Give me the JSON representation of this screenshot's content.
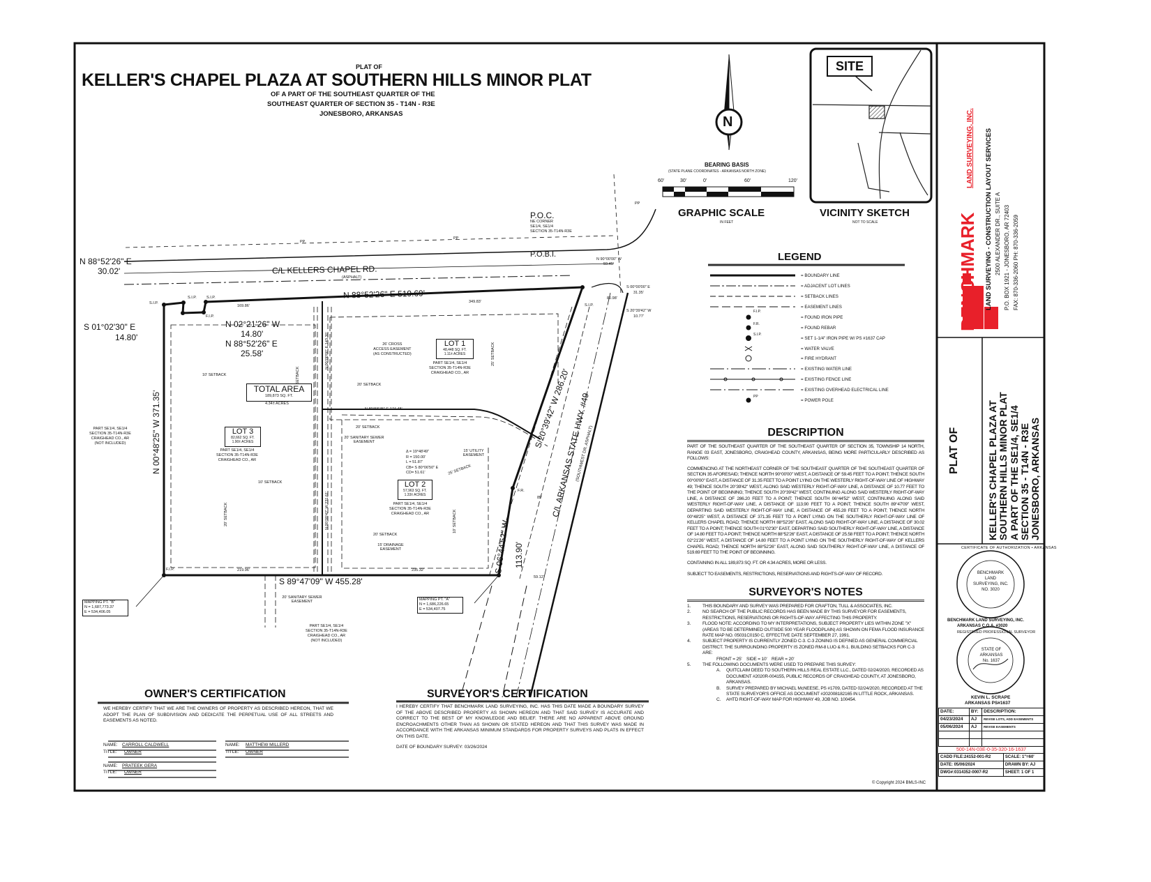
{
  "title": {
    "plat_of": "PLAT OF",
    "main": "KELLER'S CHAPEL PLAZA AT SOUTHERN HILLS MINOR PLAT",
    "sub1": "OF A PART OF THE SOUTHEAST QUARTER OF THE",
    "sub2": "SOUTHEAST QUARTER OF SECTION 35 - T14N - R3E",
    "sub3": "JONESBORO, ARKANSAS"
  },
  "north_arrow": {
    "letter": "N",
    "icon": "north-arrow-icon"
  },
  "scale": {
    "bearing_basis": "BEARING BASIS",
    "bearing_basis_sub": "(STATE PLANE COORDINATES - ARKANSAS NORTH ZONE)",
    "ticks": [
      "60'",
      "30'",
      "0'",
      "60'",
      "120'"
    ],
    "title": "GRAPHIC SCALE",
    "units": "IN FEET"
  },
  "vicinity": {
    "site": "SITE",
    "title": "VICINITY SKETCH",
    "note": "NOT TO SCALE"
  },
  "plat": {
    "poc": "P.O.C.",
    "poc_sub": [
      "NE CORNER",
      "SE1/4, SE1/4",
      "SECTION 35-T14N-R3E"
    ],
    "pobi": "P.O.B.I.",
    "road": "C/L KELLERS CHAPEL RD.",
    "road_surface": "(ASPHALT)",
    "highway": "C/L ARKANSAS STATE HWY. #49",
    "highway_surface": "(SOUTHWEST DR. ASPHALT)",
    "call_nw_bearing": "N 88°52'26\" E",
    "call_nw_dist": "30.02'",
    "call_north": "N 88°52'26\" E   519.69'",
    "call_s0102": "S 01°02'30\" E",
    "call_s0102_dist": "14.80'",
    "call_n0221": "N 02°21'26\" W",
    "call_n0221_dist": "14.80'",
    "call_n8852": "N 88°52'26\" E",
    "call_n8852_dist": "25.58'",
    "call_west": "N 00°48'25\" W   371.35'",
    "call_south": "S 89°47'09\" W   455.28'",
    "call_east1": "S 20°39'42\" W   286.20'",
    "call_east2": "S 06°44'52\" W",
    "call_east2_dist": "113.90'",
    "call_poc1": "N 90°00'00\" W",
    "call_poc1_dist": "59.45'",
    "call_poc2": "S 00°00'00\" E",
    "call_poc2_dist": "31.35'",
    "call_poc3": "S 20°39'42\" W",
    "call_poc3_dist": "10.77'",
    "dim_169": "169.86'",
    "dim_349": "349.83'",
    "dim_219": "219.96'",
    "dim_235": "235.32'",
    "dim_80": "80.98'",
    "dim_85": "85'",
    "dim_59": "59.12'",
    "inner_n89": "N 89°58'45\" E   174.48'",
    "inner_n00a": "N 00°00'00\" E   143.30'",
    "inner_n00b": "N 00°00'42\" W   231.61'",
    "curve": [
      "Δ = 19°48'49\"",
      "R = 150.00'",
      "L = 51.87'",
      "CB= S 80°06'50\" E",
      "CD= 51.61'"
    ],
    "cross_access": [
      "26' CROSS",
      "ACCESS EASEMENT",
      "(AS CONSTRUCTED)"
    ],
    "setbacks": {
      "s10": "10' SETBACK",
      "s20": "20' SETBACK",
      "s25": "25' SETBACK",
      "utility": "15' UTILITY EASEMENT",
      "drainage": "15' DRAINAGE EASEMENT",
      "sewer": "20' SANITARY SEWER EASEMENT"
    },
    "markers": {
      "sip": "S.I.P.",
      "fip": "F.I.P.",
      "fr": "F.R.",
      "pp": "PP"
    },
    "total_area": {
      "title": "TOTAL AREA",
      "sqft": "189,873 SQ. FT.",
      "acres": "4.34± ACRES"
    },
    "lot1": {
      "title": "LOT 1",
      "sqft": "48,448 SQ. FT.",
      "acres": "1.11± ACRES"
    },
    "lot2": {
      "title": "LOT 2",
      "sqft": "57,963 SQ. FT.",
      "acres": "1.33± ACRES"
    },
    "lot3": {
      "title": "LOT 3",
      "sqft": "82,662 SQ. FT.",
      "acres": "1.90± ACRES"
    },
    "lot_desc": [
      "PART SE1/4, SE1/4",
      "SECTION 35-T14N-R3E",
      "CRAIGHEAD CO., AR"
    ],
    "adj_west": [
      "PART SE1/4, SE1/4",
      "SECTION 35-T14N-R3E",
      "CRAIGHEAD CO., AR",
      "(NOT INCLUDED)"
    ],
    "adj_south": [
      "PART SE1/4, SE1/4",
      "SECTION 35-T14N-R3E",
      "CRAIGHEAD CO., AR",
      "(NOT INCLUDED)"
    ],
    "mapping_b": [
      "MAPPING PT. \"B\"",
      "N = 1,687,773.37",
      "E = 534,406.05"
    ],
    "mapping_a": [
      "MAPPING PT. \"A\"",
      "N = 1,686,226.65",
      "E = 534,407.75"
    ]
  },
  "legend": {
    "title": "LEGEND",
    "items": [
      {
        "label": "= BOUNDARY LINE",
        "icon": "boundary-line-icon"
      },
      {
        "label": "= ADJACENT LOT LINES",
        "icon": "adjacent-lot-line-icon"
      },
      {
        "label": "= SETBACK LINES",
        "icon": "setback-line-icon"
      },
      {
        "label": "= EASEMENT LINES",
        "icon": "easement-line-icon"
      },
      {
        "label": "= FOUND IRON PIPE",
        "sym": "F.I.P.",
        "icon": "found-iron-pipe-icon"
      },
      {
        "label": "= FOUND REBAR",
        "sym": "F.R.",
        "icon": "found-rebar-icon"
      },
      {
        "label": "= SET 1-1/4\" IRON PIPE W/ PS #1637 CAP",
        "sym": "S.I.P.",
        "icon": "set-iron-pipe-icon"
      },
      {
        "label": "= WATER VALVE",
        "icon": "water-valve-icon"
      },
      {
        "label": "= FIRE HYDRANT",
        "icon": "fire-hydrant-icon"
      },
      {
        "label": "= EXISTING WATER LINE",
        "icon": "water-line-icon"
      },
      {
        "label": "= EXISTING FENCE LINE",
        "icon": "fence-line-icon"
      },
      {
        "label": "= EXISTING OVERHEAD ELECTRICAL LINE",
        "icon": "overhead-electric-icon"
      },
      {
        "label": "= POWER POLE",
        "sym": "PP",
        "icon": "power-pole-icon"
      }
    ]
  },
  "description": {
    "title": "DESCRIPTION",
    "p1": "PART OF THE SOUTHEAST QUARTER OF THE SOUTHEAST QUARTER OF SECTION 35, TOWNSHIP 14 NORTH, RANGE 03 EAST, JONESBORO, CRAIGHEAD COUNTY, ARKANSAS, BEING MORE PARTICULARLY DESCRIBED AS FOLLOWS:",
    "p2": "COMMENCING AT THE NORTHEAST CORNER OF THE SOUTHEAST QUARTER OF THE SOUTHEAST QUARTER OF SECTION 35 AFORESAID; THENCE NORTH 90°00'00\" WEST, A DISTANCE OF 59.45 FEET TO A POINT; THENCE SOUTH 00°00'00\" EAST, A DISTANCE OF 31.35 FEET TO A POINT LYING ON THE WESTERLY RIGHT-OF-WAY LINE OF HIGHWAY 49; THENCE SOUTH 20°39'42\" WEST, ALONG SAID WESTERLY RIGHT-OF-WAY LINE, A DISTANCE OF 10.77 FEET TO THE POINT OF BEGINNING; THENCE SOUTH 20°39'42\" WEST, CONTINUING ALONG SAID WESTERLY RIGHT-OF-WAY LINE, A DISTANCE OF 286.20 FEET TO A POINT; THENCE SOUTH 06°44'52\" WEST, CONTINUING ALONG SAID WESTERLY RIGHT-OF-WAY LINE, A DISTANCE OF 113.90 FEET TO A POINT; THENCE SOUTH 89°47'09\" WEST, DEPARTING SAID WESTERLY RIGHT-OF-WAY LINE, A DISTANCE OF 455.28 FEET TO A POINT; THENCE NORTH 00°48'25\" WEST, A DISTANCE OF 371.35 FEET TO A POINT LYING ON THE SOUTHERLY RIGHT-OF-WAY LINE OF KELLERS CHAPEL ROAD; THENCE NORTH 88°52'26\" EAST, ALONG SAID RIGHT-OF-WAY LINE, A DISTANCE OF 30.02 FEET TO A POINT; THENCE SOUTH 01°02'30\" EAST, DEPARTING SAID SOUTHERLY RIGHT-OF-WAY LINE, A DISTANCE OF 14.80 FEET TO A POINT; THENCE NORTH 88°52'26\" EAST, A DISTANCE OF 25.58 FEET TO A POINT; THENCE NORTH 02°21'26\" WEST, A DISTANCE OF 14.80 FEET TO A POINT LYING ON THE SOUTHERLY RIGHT-OF-WAY OF KELLERS CHAPEL ROAD; THENCE NORTH 88°52'26\" EAST, ALONG SAID SOUTHERLY RIGHT-OF-WAY LINE, A DISTANCE OF 519.69 FEET TO THE POINT OF BEGINNING.",
    "p3": "CONTAINING IN ALL 189,873 SQ. FT. OR 4.34 ACRES, MORE OR LESS.",
    "p4": "SUBJECT TO EASEMENTS, RESTRICTIONS, RESERVATIONS AND RIGHTS-OF-WAY OF RECORD."
  },
  "notes": {
    "title": "SURVEYOR'S NOTES",
    "items": [
      {
        "n": "1.",
        "text": "THIS BOUNDARY AND SURVEY WAS PREPARED FOR CRAFTON, TULL & ASSOCIATES, INC."
      },
      {
        "n": "2.",
        "text": "NO SEARCH OF THE PUBLIC RECORDS HAS BEEN MADE BY THIS SURVEYOR FOR EASEMENTS, RESTRICTIONS, RESERVATIONS OR RIGHTS-OF-WAY AFFECTING THIS PROPERTY."
      },
      {
        "n": "3.",
        "text": "FLOOD NOTE: ACCORDING TO MY INTERPRETATIONS, SUBJECT PROPERTY LIES WITHIN ZONE \"X\" (AREAS TO BE DETERMINED OUTSIDE 500 YEAR FLOODPLAIN) AS SHOWN ON FEMA FLOOD INSURANCE RATE MAP NO. 05031C0150 C, EFFECTIVE DATE SEPTEMBER 27, 1991."
      },
      {
        "n": "4.",
        "text": "SUBJECT PROPERTY IS CURRENTLY ZONED C-3. C-3 ZONING IS DEFINED AS GENERAL COMMERCIAL DISTRICT. THE SURROUNDING PROPERTY IS ZONED RM-8 LUO & R-1. BUILDING SETBACKS FOR C-3 ARE:"
      },
      {
        "n": "",
        "text": "FRONT = 25'    SIDE = 10'    REAR = 20'"
      },
      {
        "n": "5.",
        "text": "THE FOLLOWING DOCUMENTS WERE USED TO PREPARE THIS SURVEY:"
      },
      {
        "n": "A.",
        "text": "QUITCLAIM DEED TO SOUTHERN HILLS REAL ESTATE LLC., DATED 02/24/2020, RECORDED AS DOCUMENT #2020R-004155, PUBLIC RECORDS OF CRAIGHEAD COUNTY, AT JONESBORO, ARKANSAS."
      },
      {
        "n": "B.",
        "text": "SURVEY PREPARED BY MICHAEL McNEESE, PS #1709, DATED 02/24/2020, RECORDED AT THE STATE SURVEYOR'S OFFICE AS DOCUMENT #202008182165 IN LITTLE ROCK, ARKANSAS."
      },
      {
        "n": "C.",
        "text": "AHTD RIGHT-OF-WAY MAP FOR HIGHWAY 49, JOB NO. 100454."
      }
    ]
  },
  "owner_cert": {
    "title": "OWNER'S CERTIFICATION",
    "text": "WE HEREBY CERTIFY THAT WE ARE THE OWNERS OF PROPERTY AS DESCRIBED HEREON, THAT WE ADOPT THE PLAN OF SUBDIVISION AND DEDICATE THE PERPETUAL USE OF ALL STREETS AND EASEMENTS AS NOTED.",
    "name_label": "NAME:",
    "title_label": "TITLE:",
    "owners": [
      {
        "name": "CARROLL CALDWELL",
        "title": "OWNER"
      },
      {
        "name": "MATTHEW MILLERD",
        "title": "OWNER"
      },
      {
        "name": "PRATEEK GERA",
        "title": "OWNER"
      }
    ]
  },
  "surveyor_cert": {
    "title": "SURVEYOR'S CERTIFICATION",
    "text": "I HEREBY CERTIFY THAT BENCHMARK LAND SURVEYING, INC. HAS THIS DATE MADE A BOUNDARY SURVEY OF THE ABOVE DESCRIBED PROPERTY AS SHOWN HEREON AND THAT SAID SURVEY IS ACCURATE AND CORRECT TO THE BEST OF MY KNOWLEDGE AND BELIEF. THERE ARE NO APPARENT ABOVE GROUND ENCROACHMENTS OTHER THAN AS SHOWN OR STATED HEREON AND THAT THIS SURVEY WAS MADE IN ACCORDANCE WITH THE ARKANSAS MINIMUM STANDARDS FOR PROPERTY SURVEYS AND PLATS IN EFFECT ON THIS DATE.",
    "date": "DATE OF BOUNDARY SURVEY: 03/26/2024"
  },
  "copyright": "© Copyright 2024 BMLS-INC",
  "company": {
    "name": "BENCHMARK",
    "name_suffix": "LAND SURVEYING, INC.",
    "services": "LAND SURVEYING - CONSTRUCTION LAYOUT SERVICES",
    "address1": "2500 ALEXANDER DR., SUITE A",
    "address2": "P.O. BOX 1921 - JONESBORO, AR 72403",
    "phone": "FAX: 870-336-2060     PH: 870-336-2059",
    "brand_color": "#e8202a"
  },
  "title_block": {
    "plat_of": "PLAT OF",
    "line1": "KELLER'S CHAPEL PLAZA AT",
    "line2": "SOUTHERN HILLS MINOR PLAT",
    "line3": "A PART OF THE SE1/4, SE1/4",
    "line4": "SECTION 35 - T14N - R3E",
    "line5": "JONESBORO, ARKANSAS"
  },
  "seals": {
    "coa_ring": "CERTIFICATE OF AUTHORIZATION • ARKANSAS",
    "coa_center": [
      "BENCHMARK",
      "LAND",
      "SURVEYING, INC.",
      "NO. 3020"
    ],
    "coa_caption1": "BENCHMARK LAND SURVEYING, INC.",
    "coa_caption2": "ARKANSAS C.O.A. #3020",
    "pls_ring": "REGISTERED PROFESSIONAL SURVEYOR",
    "pls_center": [
      "STATE OF",
      "ARKANSAS",
      "No. 1637"
    ],
    "pls_caption1": "KEVIN L. SCRAPE",
    "pls_caption2": "ARKANSAS PS#1637"
  },
  "revisions": {
    "headers": [
      "DATE:",
      "BY:",
      "DESCRIPTION:"
    ],
    "rows": [
      [
        "04/23/2024",
        "AJ",
        "REVISE LOTS, ADD EASEMENTS"
      ],
      [
        "05/06/2024",
        "AJ",
        "REVISE EASEMENTS"
      ],
      [
        "",
        "",
        ""
      ],
      [
        "",
        "",
        ""
      ]
    ]
  },
  "sheet_info": {
    "parcel": "500-14N-03E-0-35-320-16-1637",
    "cadd_label": "CADD FILE:",
    "cadd": "24152-001-R2",
    "scale_label": "SCALE:",
    "scale": "1\"=60'",
    "date_label": "DATE:",
    "date": "05/06/2024",
    "drawn_label": "DRAWN BY:",
    "drawn": "AJ",
    "dwg_label": "DWG#:",
    "dwg": "0314352-0007-R2",
    "sheet_label": "SHEET:",
    "sheet": "1 OF 1"
  }
}
